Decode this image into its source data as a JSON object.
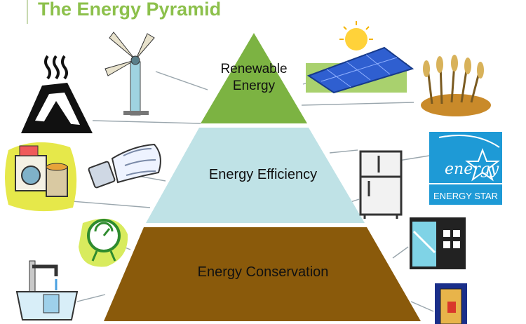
{
  "title": "The Energy Pyramid",
  "tiers": [
    {
      "label_line1": "Renewable",
      "label_line2": "Energy",
      "color": "#7cb342"
    },
    {
      "label": "Energy Efficiency",
      "color": "#bfe2e6"
    },
    {
      "label": "Energy Conservation",
      "color": "#8a5a0b"
    }
  ],
  "energy_star": {
    "logo_word": "energy",
    "caption": "ENERGY STAR",
    "color": "#1e9ad6"
  },
  "icons": [
    "volcano-icon",
    "wind-turbine-icon",
    "solar-panel-icon",
    "biomass-wheat-icon",
    "appliances-icon",
    "cfl-bulb-icon",
    "refrigerator-icon",
    "energy-star-logo",
    "meter-icon",
    "window-icon",
    "water-tap-icon",
    "door-icon"
  ]
}
